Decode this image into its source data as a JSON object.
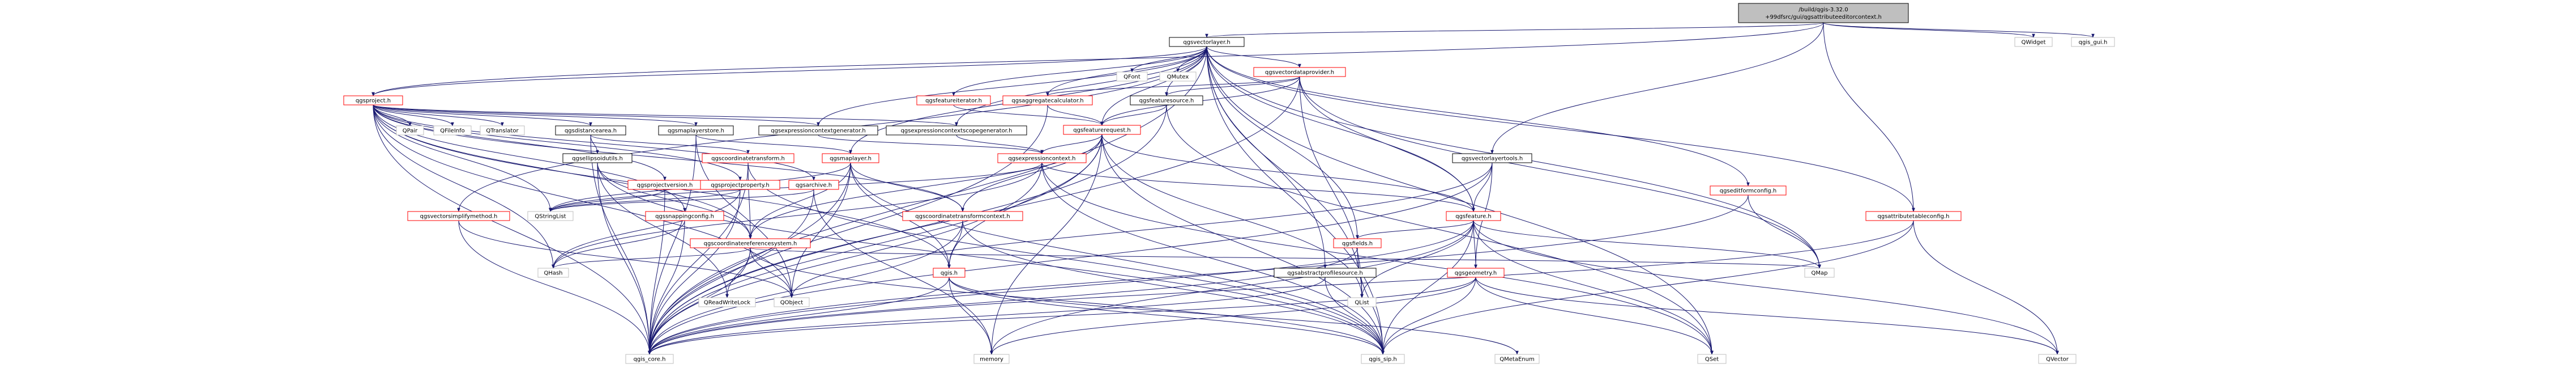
{
  "colors": {
    "root_fill": "#bfbfbf",
    "node_fill": "#ffffff",
    "node_stroke": "#000000",
    "red_stroke": "#ff0000",
    "grey_stroke": "#bfbfbf",
    "edge_color": "#191970",
    "text_color": "#000000"
  },
  "nodes": [
    {
      "id": "root",
      "lines": [
        "/build/qgis-3.32.0",
        "+99dfsrc/gui/qgsattributeeditorcontext.h"
      ],
      "style": "root"
    },
    {
      "id": "qgsvectorlayer",
      "lines": [
        "qgsvectorlayer.h"
      ],
      "style": "normal"
    },
    {
      "id": "qwidget",
      "lines": [
        "QWidget"
      ],
      "style": "grey"
    },
    {
      "id": "qgis_gui",
      "lines": [
        "qgis_gui.h"
      ],
      "style": "grey"
    },
    {
      "id": "qgsproject",
      "lines": [
        "qgsproject.h"
      ],
      "style": "red"
    },
    {
      "id": "qfont",
      "lines": [
        "QFont"
      ],
      "style": "grey"
    },
    {
      "id": "qmutex",
      "lines": [
        "QMutex"
      ],
      "style": "grey"
    },
    {
      "id": "qgsvectordataprovider",
      "lines": [
        "qgsvectordataprovider.h"
      ],
      "style": "red"
    },
    {
      "id": "qgsaggregatecalculator",
      "lines": [
        "qgsaggregatecalculator.h"
      ],
      "style": "red"
    },
    {
      "id": "qgsfeaturesource",
      "lines": [
        "qgsfeaturesource.h"
      ],
      "style": "normal"
    },
    {
      "id": "qgsfeatureiterator",
      "lines": [
        "qgsfeatureiterator.h"
      ],
      "style": "red"
    },
    {
      "id": "qgsfeaturerequest",
      "lines": [
        "qgsfeaturerequest.h"
      ],
      "style": "red"
    },
    {
      "id": "qgsvectorlayertools",
      "lines": [
        "qgsvectorlayertools.h"
      ],
      "style": "normal"
    },
    {
      "id": "qgseditformconfig",
      "lines": [
        "qgseditformconfig.h"
      ],
      "style": "red"
    },
    {
      "id": "qgsattributetableconfig",
      "lines": [
        "qgsattributetableconfig.h"
      ],
      "style": "red"
    },
    {
      "id": "qpair",
      "lines": [
        "QPair"
      ],
      "style": "grey"
    },
    {
      "id": "qfileinfo",
      "lines": [
        "QFileInfo"
      ],
      "style": "grey"
    },
    {
      "id": "qtranslator",
      "lines": [
        "QTranslator"
      ],
      "style": "grey"
    },
    {
      "id": "qgsdistancearea",
      "lines": [
        "qgsdistancearea.h"
      ],
      "style": "normal"
    },
    {
      "id": "qgsmaplayerstore",
      "lines": [
        "qgsmaplayerstore.h"
      ],
      "style": "normal"
    },
    {
      "id": "qgsexpressioncontextgenerator",
      "lines": [
        "qgsexpressioncontextgenerator.h"
      ],
      "style": "normal"
    },
    {
      "id": "qgsexpressioncontextscopegenerator",
      "lines": [
        "qgsexpressioncontextscopegenerator.h"
      ],
      "style": "normal"
    },
    {
      "id": "qgsprojectversion",
      "lines": [
        "qgsprojectversion.h"
      ],
      "style": "red"
    },
    {
      "id": "qgsprojectproperty",
      "lines": [
        "qgsprojectproperty.h"
      ],
      "style": "red"
    },
    {
      "id": "qgsarchive",
      "lines": [
        "qgsarchive.h"
      ],
      "style": "red"
    },
    {
      "id": "qgsellipsoidutils",
      "lines": [
        "qgsellipsoidutils.h"
      ],
      "style": "normal"
    },
    {
      "id": "qgscoordinatetransform",
      "lines": [
        "qgscoordinatetransform.h"
      ],
      "style": "red"
    },
    {
      "id": "qgsmaplayer",
      "lines": [
        "qgsmaplayer.h"
      ],
      "style": "red"
    },
    {
      "id": "qgsexpressioncontext",
      "lines": [
        "qgsexpressioncontext.h"
      ],
      "style": "red"
    },
    {
      "id": "qgsvectorsimplifymethod",
      "lines": [
        "qgsvectorsimplifymethod.h"
      ],
      "style": "red"
    },
    {
      "id": "qgssnappingconfig",
      "lines": [
        "qgssnappingconfig.h"
      ],
      "style": "red"
    },
    {
      "id": "qstringlist",
      "lines": [
        "QStringList"
      ],
      "style": "grey"
    },
    {
      "id": "qgscoordinatereferencesystem",
      "lines": [
        "qgscoordinatereferencesystem.h"
      ],
      "style": "red"
    },
    {
      "id": "qgscoordinatetransformcontext",
      "lines": [
        "qgscoordinatetransformcontext.h"
      ],
      "style": "red"
    },
    {
      "id": "qgsfeature",
      "lines": [
        "qgsfeature.h"
      ],
      "style": "red"
    },
    {
      "id": "qhash",
      "lines": [
        "QHash"
      ],
      "style": "grey"
    },
    {
      "id": "qreadwritelock",
      "lines": [
        "QReadWriteLock"
      ],
      "style": "grey"
    },
    {
      "id": "qobject",
      "lines": [
        "QObject"
      ],
      "style": "grey"
    },
    {
      "id": "qgis_h",
      "lines": [
        "qgis.h"
      ],
      "style": "red"
    },
    {
      "id": "qgsabstractprofilesource",
      "lines": [
        "qgsabstractprofilesource.h"
      ],
      "style": "normal"
    },
    {
      "id": "qlist",
      "lines": [
        "QList"
      ],
      "style": "grey"
    },
    {
      "id": "qmap",
      "lines": [
        "QMap"
      ],
      "style": "grey"
    },
    {
      "id": "qgsfields",
      "lines": [
        "qgsfields.h"
      ],
      "style": "red"
    },
    {
      "id": "qgsgeometry",
      "lines": [
        "qgsgeometry.h"
      ],
      "style": "red"
    },
    {
      "id": "qgis_core",
      "lines": [
        "qgis_core.h"
      ],
      "style": "grey"
    },
    {
      "id": "memory",
      "lines": [
        "memory"
      ],
      "style": "grey"
    },
    {
      "id": "qgis_sip",
      "lines": [
        "qgis_sip.h"
      ],
      "style": "grey"
    },
    {
      "id": "qmetaenum",
      "lines": [
        "QMetaEnum"
      ],
      "style": "grey"
    },
    {
      "id": "qset",
      "lines": [
        "QSet"
      ],
      "style": "grey"
    },
    {
      "id": "qvector",
      "lines": [
        "QVector"
      ],
      "style": "grey"
    }
  ],
  "edges": [
    [
      "root",
      "qgsvectorlayer"
    ],
    [
      "root",
      "qwidget"
    ],
    [
      "root",
      "qgis_gui"
    ],
    [
      "root",
      "qgsvectorlayertools"
    ],
    [
      "root",
      "qgsattributetableconfig"
    ],
    [
      "root",
      "qgsproject"
    ],
    [
      "qgsvectorlayer",
      "qgsproject"
    ],
    [
      "qgsvectorlayer",
      "qfont"
    ],
    [
      "qgsvectorlayer",
      "qmutex"
    ],
    [
      "qgsvectorlayer",
      "qgsvectordataprovider"
    ],
    [
      "qgsvectorlayer",
      "qgsaggregatecalculator"
    ],
    [
      "qgsvectorlayer",
      "qgsfeaturesource"
    ],
    [
      "qgsvectorlayer",
      "qgsfeatureiterator"
    ],
    [
      "qgsvectorlayer",
      "qgsfeaturerequest"
    ],
    [
      "qgsvectorlayer",
      "qgseditformconfig"
    ],
    [
      "qgsvectorlayer",
      "qgsattributetableconfig"
    ],
    [
      "qgsvectorlayer",
      "qgsexpressioncontextgenerator"
    ],
    [
      "qgsvectorlayer",
      "qgsexpressioncontextscopegenerator"
    ],
    [
      "qgsvectorlayer",
      "qgsvectorsimplifymethod"
    ],
    [
      "qgsvectorlayer",
      "qgsmaplayer"
    ],
    [
      "qgsvectorlayer",
      "qgsfeature"
    ],
    [
      "qgsvectorlayer",
      "qgsfields"
    ],
    [
      "qgsvectorlayer",
      "qgsabstractprofilesource"
    ],
    [
      "qgsvectorlayer",
      "qmap"
    ],
    [
      "qgsvectorlayer",
      "qset"
    ],
    [
      "qgsvectorlayer",
      "qlist"
    ],
    [
      "qgsvectorlayer",
      "qgis_core"
    ],
    [
      "qgsvectorlayer",
      "qgis_sip"
    ],
    [
      "qgsproject",
      "qpair"
    ],
    [
      "qgsproject",
      "qfileinfo"
    ],
    [
      "qgsproject",
      "qtranslator"
    ],
    [
      "qgsproject",
      "qgsdistancearea"
    ],
    [
      "qgsproject",
      "qgsmaplayerstore"
    ],
    [
      "qgsproject",
      "qgsexpressioncontextgenerator"
    ],
    [
      "qgsproject",
      "qgsexpressioncontextscopegenerator"
    ],
    [
      "qgsproject",
      "qgsprojectversion"
    ],
    [
      "qgsproject",
      "qgsprojectproperty"
    ],
    [
      "qgsproject",
      "qgsarchive"
    ],
    [
      "qgsproject",
      "qgssnappingconfig"
    ],
    [
      "qgsproject",
      "qgscoordinatereferencesystem"
    ],
    [
      "qgsproject",
      "qgscoordinatetransformcontext"
    ],
    [
      "qgsproject",
      "qstringlist"
    ],
    [
      "qgsproject",
      "qhash"
    ],
    [
      "qgsproject",
      "qobject"
    ],
    [
      "qgsproject",
      "qgis_core"
    ],
    [
      "qgsproject",
      "qgis_h"
    ],
    [
      "qgsvectordataprovider",
      "qgsfeaturerequest"
    ],
    [
      "qgsvectordataprovider",
      "qgsfeaturesource"
    ],
    [
      "qgsvectordataprovider",
      "qgsaggregatecalculator"
    ],
    [
      "qgsvectordataprovider",
      "qgsfeature"
    ],
    [
      "qgsvectordataprovider",
      "qlist"
    ],
    [
      "qgsvectordataprovider",
      "qmap"
    ],
    [
      "qgsvectordataprovider",
      "qgis_core"
    ],
    [
      "qgsaggregatecalculator",
      "qgsfeaturerequest"
    ],
    [
      "qgsaggregatecalculator",
      "qgis_core"
    ],
    [
      "qgsfeaturesource",
      "qgsfeaturerequest"
    ],
    [
      "qgsfeaturesource",
      "qgis_core"
    ],
    [
      "qgsfeaturesource",
      "qset"
    ],
    [
      "qgsfeatureiterator",
      "qgsfeaturerequest"
    ],
    [
      "qgsfeaturerequest",
      "qgsexpressioncontext"
    ],
    [
      "qgsfeaturerequest",
      "qgsfeature"
    ],
    [
      "qgsfeaturerequest",
      "qgscoordinatetransformcontext"
    ],
    [
      "qgsfeaturerequest",
      "qgscoordinatereferencesystem"
    ],
    [
      "qgsfeaturerequest",
      "qgis_h"
    ],
    [
      "qgsfeaturerequest",
      "qlist"
    ],
    [
      "qgsfeaturerequest",
      "memory"
    ],
    [
      "qgsfeaturerequest",
      "qgis_core"
    ],
    [
      "qgsfeaturerequest",
      "qgis_sip"
    ],
    [
      "qgsvectorlayertools",
      "qgsfeature"
    ],
    [
      "qgsvectorlayertools",
      "qgsgeometry"
    ],
    [
      "qgsvectorlayertools",
      "qobject"
    ],
    [
      "qgsvectorlayertools",
      "qgis_core"
    ],
    [
      "qgseditformconfig",
      "qmap"
    ],
    [
      "qgseditformconfig",
      "qgis_core"
    ],
    [
      "qgsattributetableconfig",
      "qvector"
    ],
    [
      "qgsattributetableconfig",
      "qgis_core"
    ],
    [
      "qgsattributetableconfig",
      "qgis_sip"
    ],
    [
      "qgsdistancearea",
      "qgsellipsoidutils"
    ],
    [
      "qgsdistancearea",
      "qgscoordinatetransform"
    ],
    [
      "qgsdistancearea",
      "qgis_core"
    ],
    [
      "qgsmaplayerstore",
      "qgsmaplayer"
    ],
    [
      "qgsmaplayerstore",
      "qobject"
    ],
    [
      "qgsmaplayerstore",
      "qgis_core"
    ],
    [
      "qgsexpressioncontextgenerator",
      "qgsexpressioncontext"
    ],
    [
      "qgsexpressioncontextscopegenerator",
      "qgsexpressioncontext"
    ],
    [
      "qgsprojectversion",
      "qstringlist"
    ],
    [
      "qgsprojectversion",
      "qgis_core"
    ],
    [
      "qgsprojectproperty",
      "qstringlist"
    ],
    [
      "qgsprojectproperty",
      "qhash"
    ],
    [
      "qgsprojectproperty",
      "qgis_core"
    ],
    [
      "qgsarchive",
      "qstringlist"
    ],
    [
      "qgsarchive",
      "qgis_core"
    ],
    [
      "qgsarchive",
      "memory"
    ],
    [
      "qgsellipsoidutils",
      "qgscoordinatereferencesystem"
    ],
    [
      "qgsellipsoidutils",
      "qreadwritelock"
    ],
    [
      "qgsellipsoidutils",
      "qgis_core"
    ],
    [
      "qgsellipsoidutils",
      "qgis_sip"
    ],
    [
      "qgscoordinatetransform",
      "qgscoordinatereferencesystem"
    ],
    [
      "qgscoordinatetransform",
      "qgis_core"
    ],
    [
      "qgscoordinatetransform",
      "qgis_sip"
    ],
    [
      "qgsmaplayer",
      "qgscoordinatereferencesystem"
    ],
    [
      "qgsmaplayer",
      "qgscoordinatetransformcontext"
    ],
    [
      "qgsmaplayer",
      "qgis_h"
    ],
    [
      "qgsmaplayer",
      "qobject"
    ],
    [
      "qgsmaplayer",
      "qstringlist"
    ],
    [
      "qgsmaplayer",
      "qgis_core"
    ],
    [
      "qgsmaplayer",
      "qgis_sip"
    ],
    [
      "qgsexpressioncontext",
      "qgsfeature"
    ],
    [
      "qgsexpressioncontext",
      "qstringlist"
    ],
    [
      "qgsexpressioncontext",
      "qset"
    ],
    [
      "qgsexpressioncontext",
      "qhash"
    ],
    [
      "qgsexpressioncontext",
      "qgis_core"
    ],
    [
      "qgsexpressioncontext",
      "qgis_sip"
    ],
    [
      "qgsvectorsimplifymethod",
      "qobject"
    ],
    [
      "qgsvectorsimplifymethod",
      "qgis_core"
    ],
    [
      "qgssnappingconfig",
      "qhash"
    ],
    [
      "qgssnappingconfig",
      "qgis_core"
    ],
    [
      "qgscoordinatereferencesystem",
      "qobject"
    ],
    [
      "qgscoordinatereferencesystem",
      "qhash"
    ],
    [
      "qgscoordinatereferencesystem",
      "qreadwritelock"
    ],
    [
      "qgscoordinatereferencesystem",
      "qmap"
    ],
    [
      "qgscoordinatereferencesystem",
      "qgis_core"
    ],
    [
      "qgscoordinatereferencesystem",
      "qgis_sip"
    ],
    [
      "qgscoordinatetransformcontext",
      "qgis_h"
    ],
    [
      "qgscoordinatetransformcontext",
      "qgis_core"
    ],
    [
      "qgscoordinatetransformcontext",
      "qgis_sip"
    ],
    [
      "qgsfeature",
      "qgsfields"
    ],
    [
      "qgsfeature",
      "qgsgeometry"
    ],
    [
      "qgsfeature",
      "qlist"
    ],
    [
      "qgsfeature",
      "qmap"
    ],
    [
      "qgsfeature",
      "qset"
    ],
    [
      "qgsfeature",
      "qvector"
    ],
    [
      "qgsfeature",
      "qgis_core"
    ],
    [
      "qgsfeature",
      "qgis_sip"
    ],
    [
      "qgsfeature",
      "memory"
    ],
    [
      "qgis_h",
      "qgis_core"
    ],
    [
      "qgis_h",
      "qgis_sip"
    ],
    [
      "qgis_h",
      "qmetaenum"
    ],
    [
      "qgis_h",
      "memory"
    ],
    [
      "qgsabstractprofilesource",
      "qgis_core"
    ],
    [
      "qgsabstractprofilesource",
      "qgis_sip"
    ],
    [
      "qgsfields",
      "qgis_core"
    ],
    [
      "qgsfields",
      "qgis_sip"
    ],
    [
      "qgsgeometry",
      "qset"
    ],
    [
      "qgsgeometry",
      "qvector"
    ],
    [
      "qgsgeometry",
      "qgis_core"
    ],
    [
      "qgsgeometry",
      "qgis_sip"
    ],
    [
      "qgsgeometry",
      "memory"
    ]
  ]
}
